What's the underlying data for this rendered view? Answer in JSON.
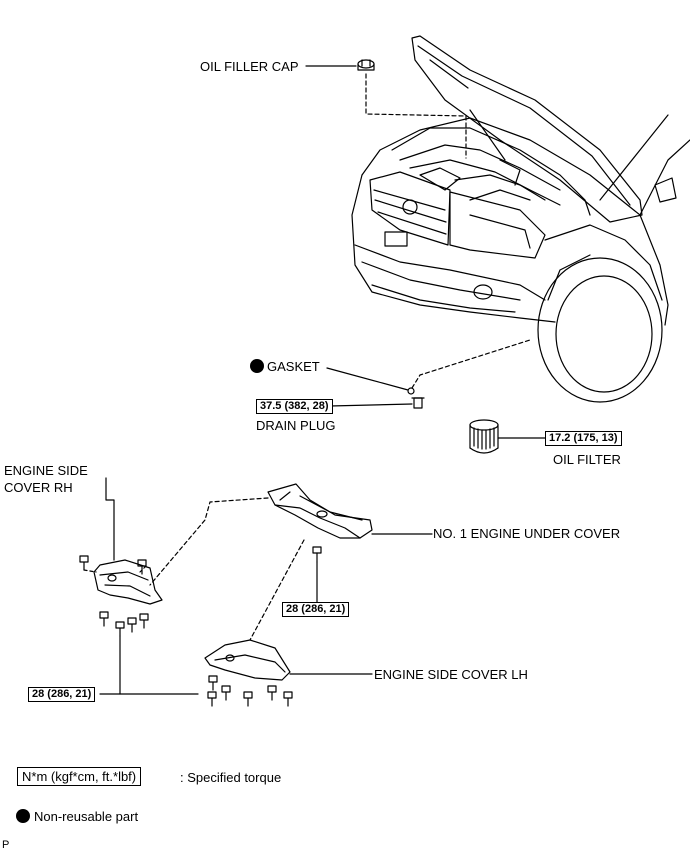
{
  "labels": {
    "oil_filler_cap": "OIL FILLER CAP",
    "gasket": "GASKET",
    "drain_plug": "DRAIN PLUG",
    "oil_filter": "OIL FILTER",
    "engine_side_cover_rh_line1": "ENGINE SIDE",
    "engine_side_cover_rh_line2": "COVER RH",
    "no1_engine_under_cover": "NO. 1 ENGINE UNDER COVER",
    "engine_side_cover_lh": "ENGINE SIDE COVER LH"
  },
  "torques": {
    "drain_plug": "37.5 (382, 28)",
    "oil_filter": "17.2 (175, 13)",
    "under_cover": "28 (286, 21)",
    "side_covers": "28 (286, 21)"
  },
  "legend": {
    "torque_unit": "N*m (kgf*cm, ft.*lbf)",
    "torque_desc": ": Specified torque",
    "nonreusable_desc": "Non-reusable part"
  },
  "corner_mark": "P",
  "colors": {
    "line": "#000000",
    "background": "#ffffff"
  }
}
